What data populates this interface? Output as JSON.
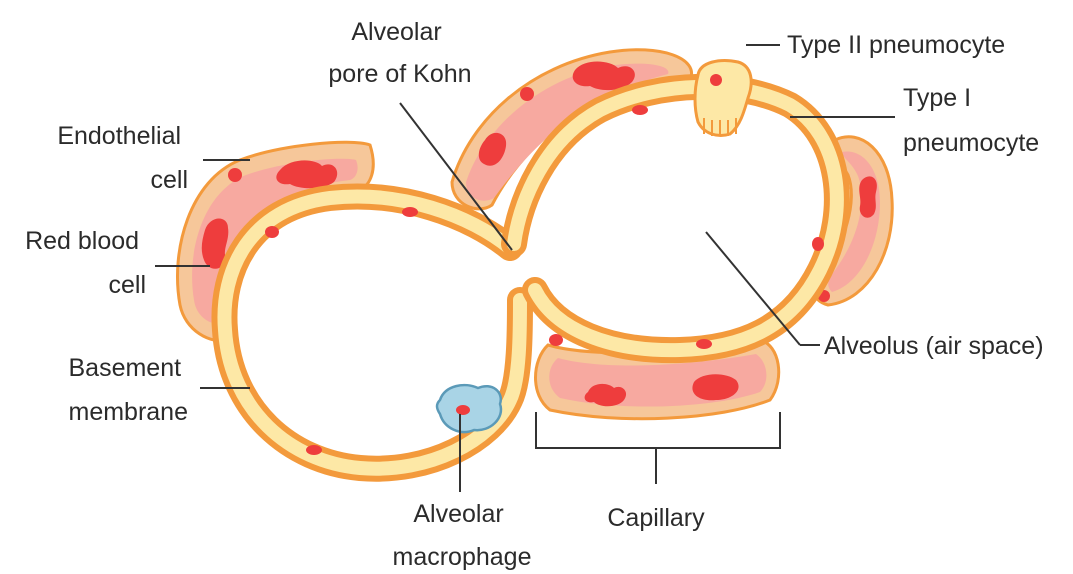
{
  "labels": {
    "alveolar_pore": [
      "Alveolar",
      "pore of Kohn"
    ],
    "type2": [
      "Type II pneumocyte"
    ],
    "type1": [
      "Type I",
      "pneumocyte"
    ],
    "endothelial": [
      "Endothelial",
      "cell"
    ],
    "rbc": [
      "Red blood",
      "cell"
    ],
    "alveolus": [
      "Alveolus (air space)"
    ],
    "basement": [
      "Basement",
      "membrane"
    ],
    "macrophage": [
      "Alveolar",
      "macrophage"
    ],
    "capillary": [
      "Capillary"
    ]
  },
  "colors": {
    "basement_membrane": "#f39a3c",
    "epithelium": "#fde8a6",
    "capillary_wall": "#f6c79a",
    "capillary_lumen": "#f7a9a0",
    "blood_cell": "#ee3d3d",
    "macrophage_fill": "#a9d4e6",
    "macrophage_edge": "#5b9ab8"
  }
}
